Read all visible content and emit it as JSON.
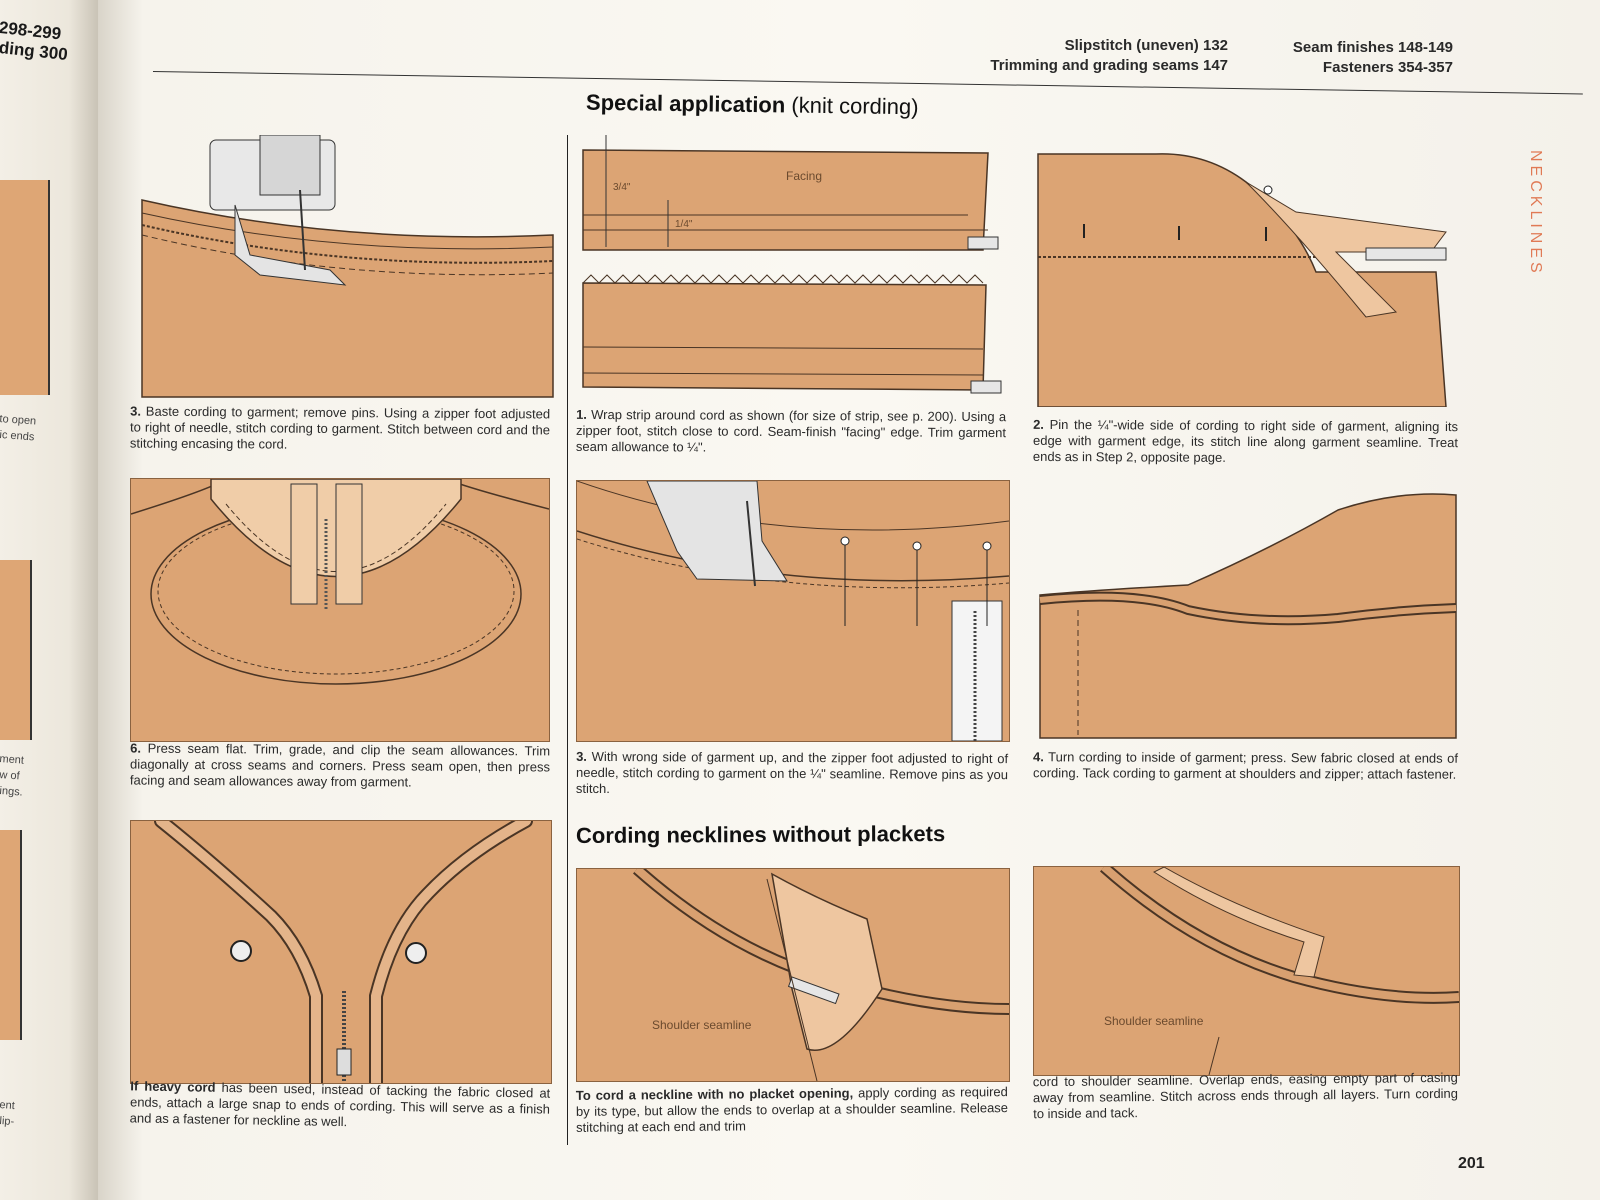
{
  "left_page": {
    "ref_top": "298-299",
    "ref_bottom": "ding 300",
    "fragments": [
      "to open",
      "ic ends",
      "ment",
      "w of",
      "ings.",
      "ent",
      "lip-"
    ]
  },
  "header": {
    "col1_line1": "Slipstitch (uneven) 132",
    "col1_line2": "Trimming and grading seams 147",
    "col2_line1": "Seam finishes 148-149",
    "col2_line2": "Fasteners 354-357"
  },
  "side_tab": "NECKLINES",
  "section1": {
    "title_bold": "Special application",
    "title_normal": "(knit cording)"
  },
  "section2": {
    "title": "Cording necklines without plackets"
  },
  "figure_labels": {
    "facing": "Facing",
    "three_quarter": "3/4\"",
    "one_quarter": "1/4\"",
    "shoulder_seamline": "Shoulder seamline"
  },
  "captions": {
    "left_step3_num": "3.",
    "left_step3": "Baste cording to garment; remove pins. Using a zipper foot adjusted to right of needle, stitch cording to garment. Stitch between cord and the stitching encasing the cord.",
    "left_step6_num": "6.",
    "left_step6": "Press seam flat. Trim, grade, and clip the seam allowances. Trim diagonally at cross seams and corners. Press seam open, then press facing and seam allowances away from garment.",
    "left_heavy_lead": "If heavy cord",
    "left_heavy": "has been used, instead of tacking the fabric closed at ends, attach a large snap to ends of cording. This will serve as a finish and as a fastener for neckline as well.",
    "mid_step1_num": "1.",
    "mid_step1": "Wrap strip around cord as shown (for size of strip, see p. 200). Using a zipper foot, stitch close to cord. Seam-finish \"facing\" edge. Trim garment seam allowance to ¼\".",
    "mid_step3_num": "3.",
    "mid_step3": "With wrong side of garment up, and the zipper foot adjusted to right of needle, stitch cording to garment on the ¼\" seamline. Remove pins as you stitch.",
    "mid_bottom_lead": "To cord a neckline with no placket opening,",
    "mid_bottom": "apply cording as required by its type, but allow the ends to overlap at a shoulder seamline. Release stitching at each end and trim",
    "right_step2_num": "2.",
    "right_step2": "Pin the ¼\"-wide side of cording to right side of garment, aligning its edge with garment edge, its stitch line along garment seamline. Treat ends as in Step 2, opposite page.",
    "right_step4_num": "4.",
    "right_step4": "Turn cording to inside of garment; press. Sew fabric closed at ends of cording. Tack cording to garment at shoulders and zipper; attach fastener.",
    "right_bottom": "cord to shoulder seamline. Overlap ends, easing empty part of casing away from seamline. Stitch across ends through all layers. Turn cording to inside and tack."
  },
  "page_number": "201",
  "colors": {
    "fabric": "#dca474",
    "fabric_light": "#eec6a0",
    "accent_tab": "#e07a55",
    "ink": "#2a2a2a"
  }
}
